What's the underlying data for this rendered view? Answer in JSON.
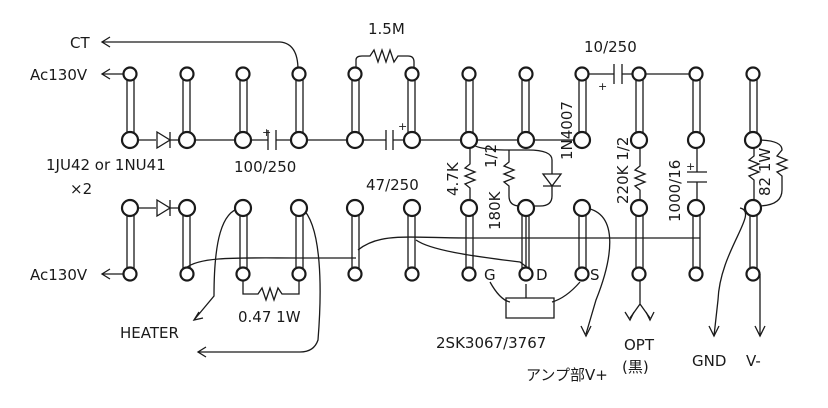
{
  "labels": {
    "ct": "CT",
    "ac_top": "Ac130V",
    "ac_bottom": "Ac130V",
    "rectifier_part": "1JU42 or 1NU41",
    "rectifier_qty": "×2",
    "heater": "HEATER",
    "r_1_5m": "1.5M",
    "c_10_250": "10/250",
    "c_100_250": "100/250",
    "c_47_250": "47/250",
    "r_4_7k": "4.7K",
    "r_180k": "180K",
    "r_180k_watt": "1/2",
    "diode_1n4007": "1N4007",
    "r_220k": "220K 1/2",
    "c_1000_16": "1000/16",
    "r_82": "82 1W",
    "r_047": "0.47 1W",
    "fet_part": "2SK3067/3767",
    "pin_g": "G",
    "pin_d": "D",
    "pin_s": "S",
    "amp_v": "アンプ部V+",
    "opt": "OPT",
    "opt_sub": "(黒)",
    "gnd": "GND",
    "v_minus": "V-"
  },
  "colors": {
    "ink": "#1a1a1a",
    "paper": "#ffffff"
  }
}
